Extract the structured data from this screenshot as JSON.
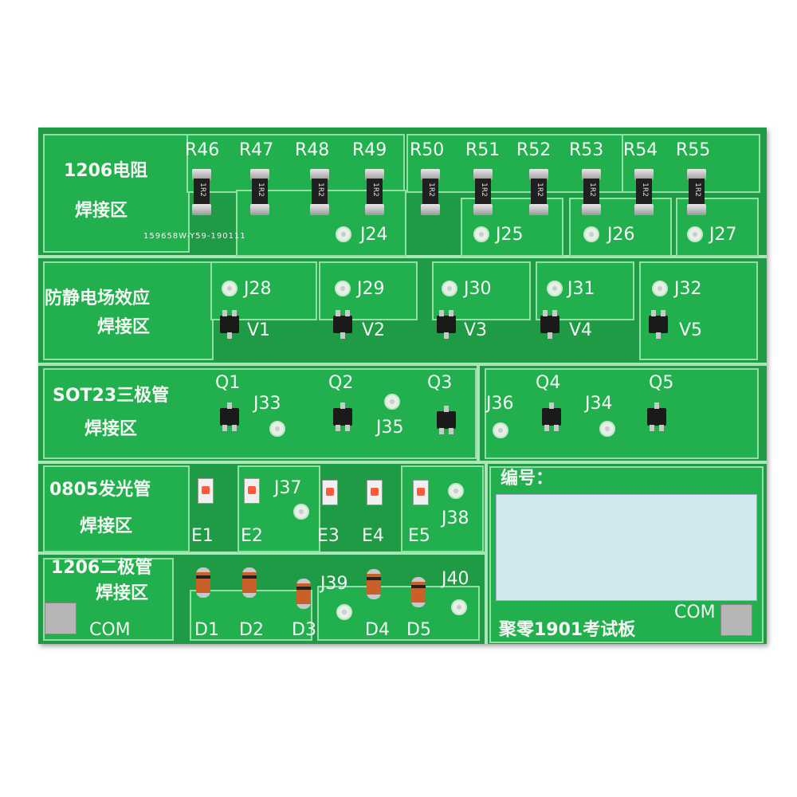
{
  "zones": {
    "r1206": {
      "title": "1206电阻",
      "sub": "焊接区",
      "code": "159658W-Y59-190111"
    },
    "fet": {
      "title": "防静电场效应",
      "sub": "焊接区"
    },
    "sot23": {
      "title": "SOT23三极管",
      "sub": "焊接区"
    },
    "led0805": {
      "title": "0805发光管",
      "sub": "焊接区"
    },
    "d1206": {
      "title": "1206二极管",
      "sub": "焊接区"
    }
  },
  "resistors": [
    "R46",
    "R47",
    "R48",
    "R49",
    "R50",
    "R51",
    "R52",
    "R53",
    "R54",
    "R55"
  ],
  "resistor_marking": "1R2",
  "jumpers_r": [
    "J24",
    "J25",
    "J26",
    "J27"
  ],
  "jumpers_fet": [
    "J28",
    "J29",
    "J30",
    "J31",
    "J32"
  ],
  "fets": [
    "V1",
    "V2",
    "V3",
    "V4",
    "V5"
  ],
  "transistors": [
    "Q1",
    "Q2",
    "Q3",
    "Q4",
    "Q5"
  ],
  "jumpers_sot": [
    "J33",
    "J35",
    "J36",
    "J34"
  ],
  "leds": [
    "E1",
    "E2",
    "E3",
    "E4",
    "E5"
  ],
  "jumpers_led": [
    "J37",
    "J38"
  ],
  "diodes": [
    "D1",
    "D2",
    "D3",
    "D4",
    "D5"
  ],
  "jumpers_d": [
    "J39",
    "J40"
  ],
  "com_left": "COM",
  "com_right": "COM",
  "number_label": "编号：",
  "board_name": "聚零1901考试板",
  "colors": {
    "board": "#1f9a45",
    "pad": "#22b04e",
    "silk": "#f4f7f4",
    "number_box": "#d2e8ef"
  }
}
